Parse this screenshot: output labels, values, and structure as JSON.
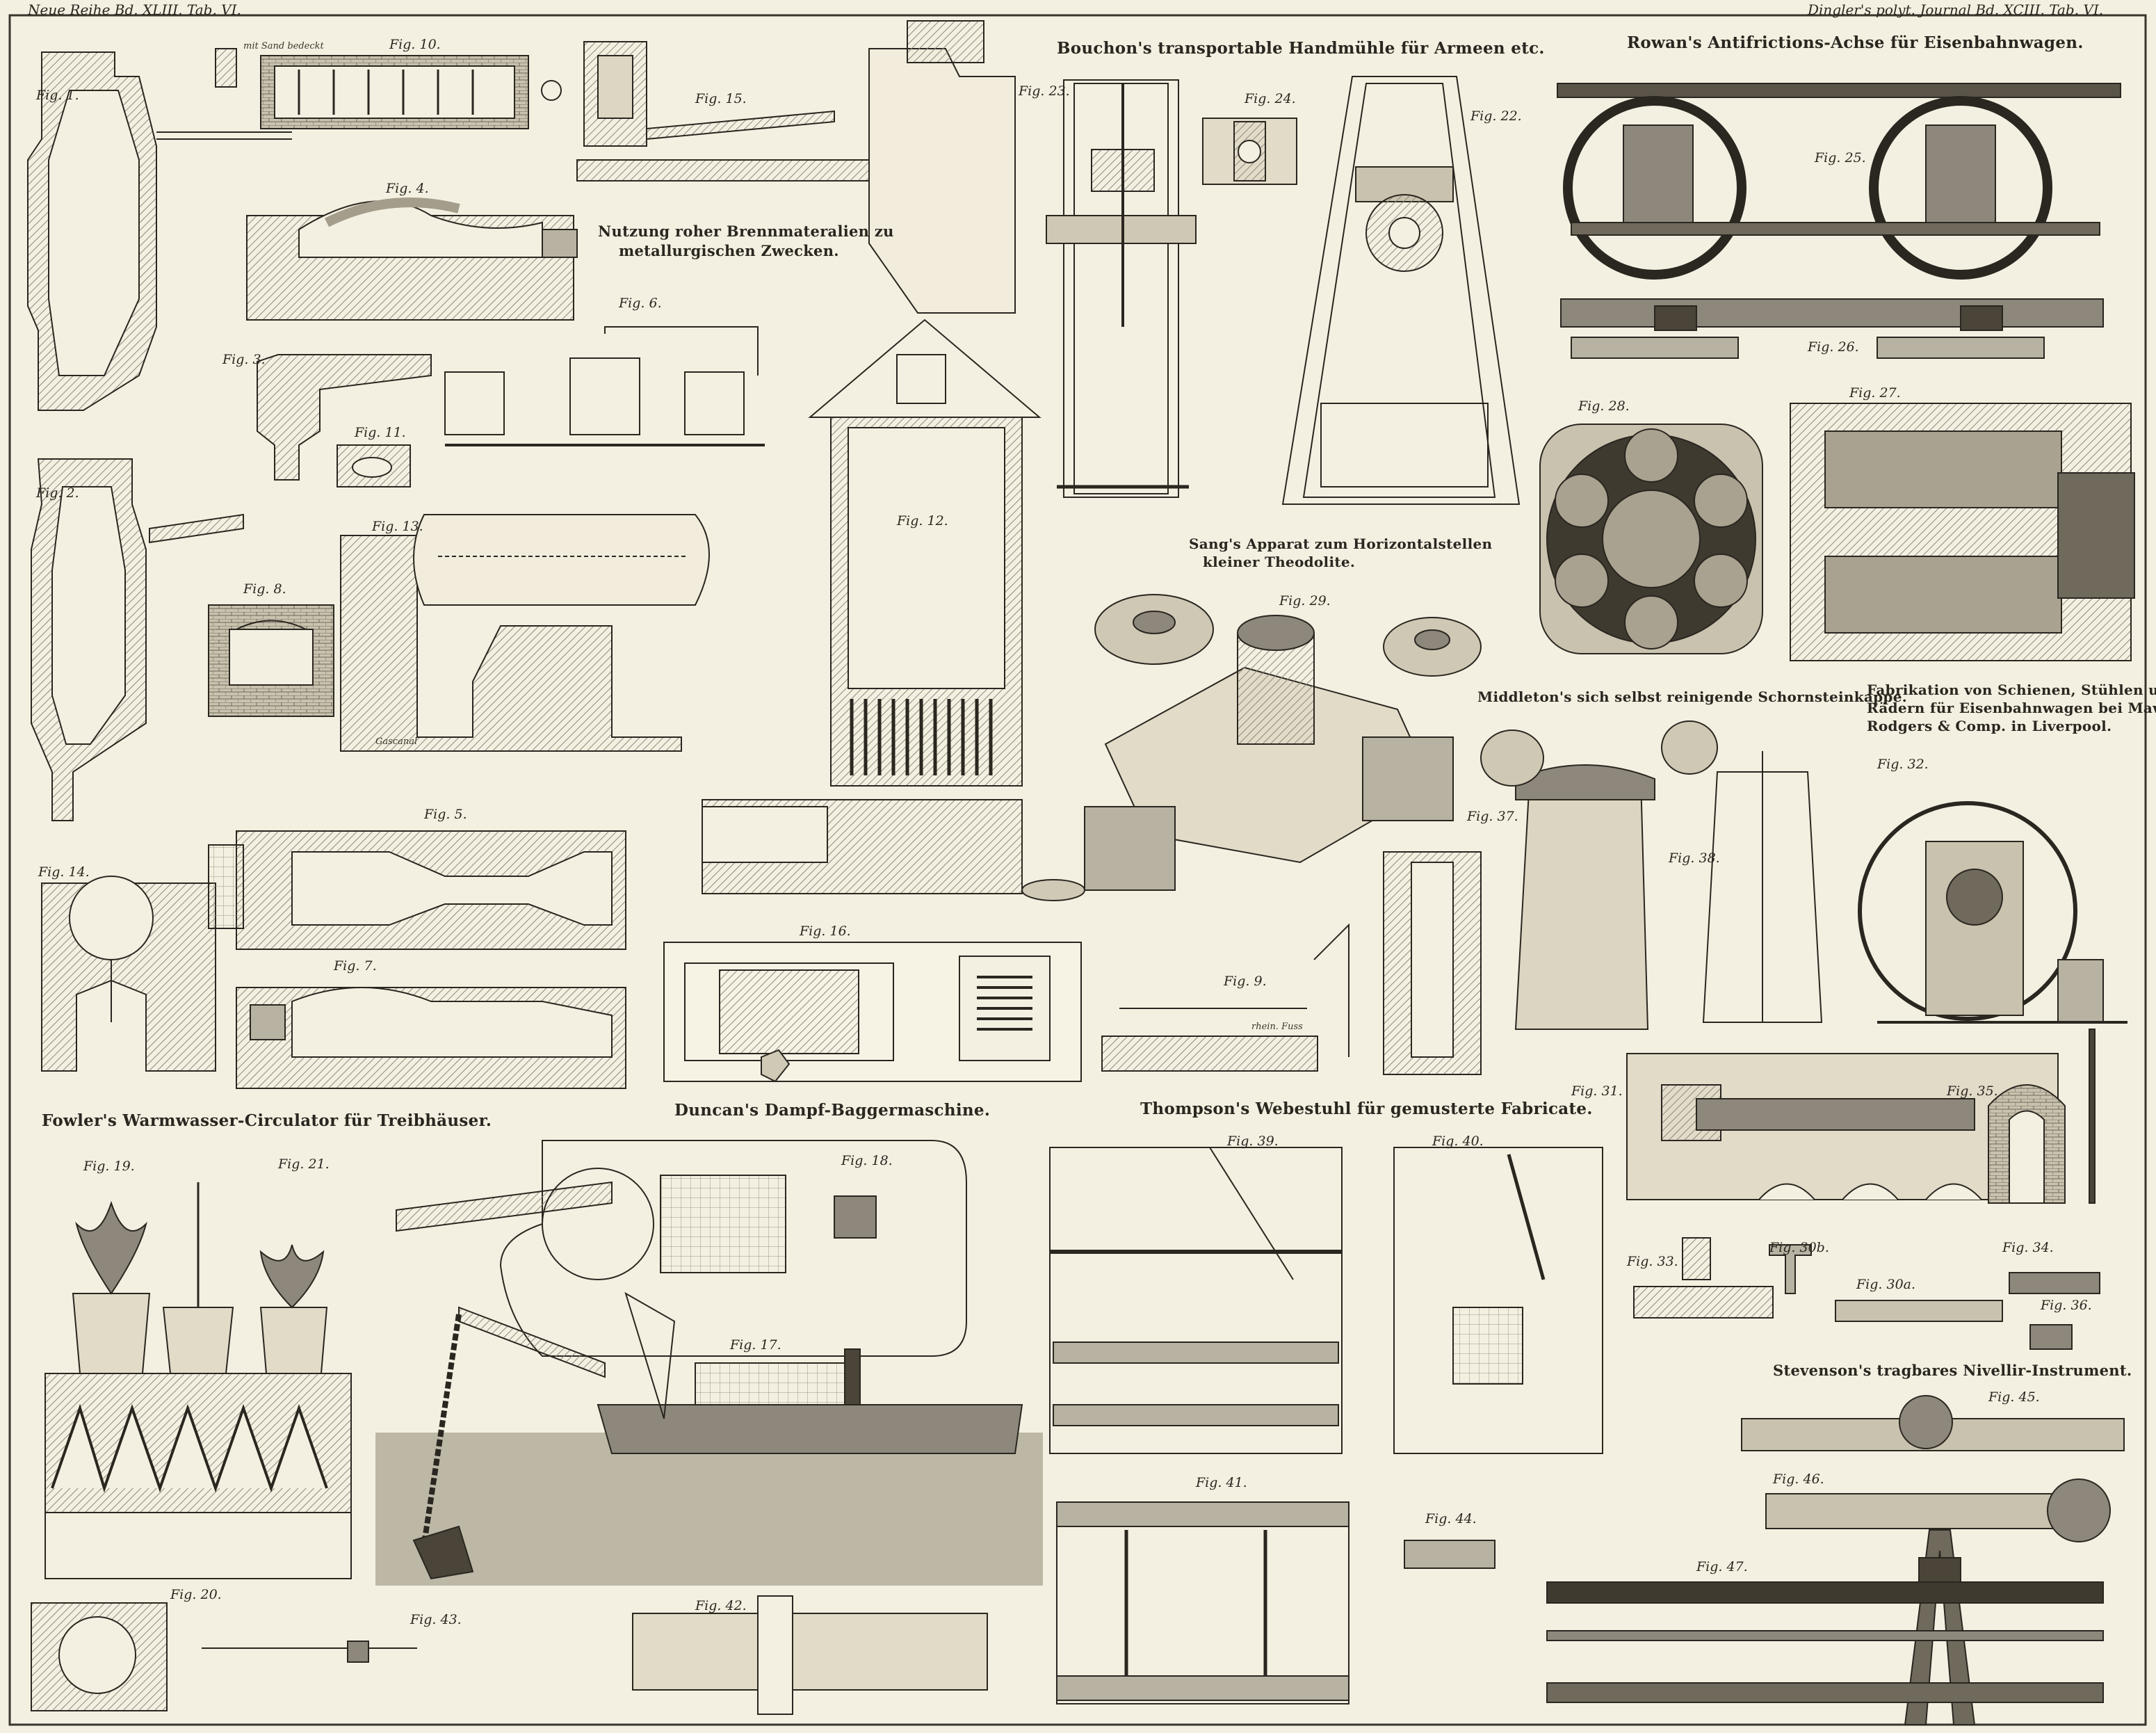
{
  "header": {
    "left": "Neue Reihe Bd. XLIII. Tab. VI.",
    "right": "Dingler's polyt. Journal Bd. XCIII. Tab. VI."
  },
  "titles": {
    "bouchon": "Bouchon's transportable Handmühle für Armeen etc.",
    "rowan": "Rowan's Antifrictions-Achse für Eisenbahnwagen.",
    "nutzung_1": "Nutzung roher Brennmateralien zu",
    "nutzung_2": "metallurgischen Zwecken.",
    "sang_1": "Sang's Apparat zum Horizontalstellen",
    "sang_2": "kleiner Theodolite.",
    "middleton": "Middleton's sich selbst reinigende Schornsteinkappe.",
    "fabrikation_1": "Fabrikation von Schienen, Stühlen u.",
    "fabrikation_2": "Rädern für Eisenbahnwagen bei Maw,",
    "fabrikation_3": "Rodgers & Comp. in Liverpool.",
    "fowler": "Fowler's Warmwasser-Circulator für Treibhäuser.",
    "duncan": "Duncan's Dampf-Baggermaschine.",
    "thompson": "Thompson's Webestuhl für gemusterte Fabricate.",
    "stevenson": "Stevenson's tragbares Nivellir-Instrument."
  },
  "figures": {
    "f1": "Fig. 1.",
    "f2": "Fig. 2.",
    "f3": "Fig. 3.",
    "f4": "Fig. 4.",
    "f5": "Fig. 5.",
    "f6": "Fig. 6.",
    "f7": "Fig. 7.",
    "f8": "Fig. 8.",
    "f9": "Fig. 9.",
    "f10": "Fig. 10.",
    "f11": "Fig. 11.",
    "f12": "Fig. 12.",
    "f13": "Fig. 13.",
    "f14": "Fig. 14.",
    "f15": "Fig. 15.",
    "f16": "Fig. 16.",
    "f17": "Fig. 17.",
    "f18": "Fig. 18.",
    "f19": "Fig. 19.",
    "f20": "Fig. 20.",
    "f21": "Fig. 21.",
    "f22": "Fig. 22.",
    "f23": "Fig. 23.",
    "f24": "Fig. 24.",
    "f25": "Fig. 25.",
    "f26": "Fig. 26.",
    "f27": "Fig. 27.",
    "f28": "Fig. 28.",
    "f29": "Fig. 29.",
    "f31": "Fig. 31.",
    "f32": "Fig. 32.",
    "f33": "Fig. 33.",
    "f34": "Fig. 34.",
    "f35": "Fig. 35.",
    "f36": "Fig. 36.",
    "f37": "Fig. 37.",
    "f38": "Fig. 38.",
    "f39": "Fig. 39.",
    "f40": "Fig. 40.",
    "f41": "Fig. 41.",
    "f42": "Fig. 42.",
    "f43": "Fig. 43.",
    "f44": "Fig. 44.",
    "f45": "Fig. 45.",
    "f46": "Fig. 46.",
    "f47": "Fig. 47.",
    "f30a": "Fig. 30a.",
    "f30b": "Fig. 30b."
  },
  "notes": {
    "mit_sand": "mit Sand bedeckt",
    "gascanal": "Gascanal",
    "rhein_fuss": "rhein. Fuss"
  },
  "palette": {
    "paper": "#f4f0e1",
    "ink": "#2a2620",
    "hatch": "#8d887b",
    "shade": "#b8b2a2",
    "dark": "#4a4538"
  }
}
